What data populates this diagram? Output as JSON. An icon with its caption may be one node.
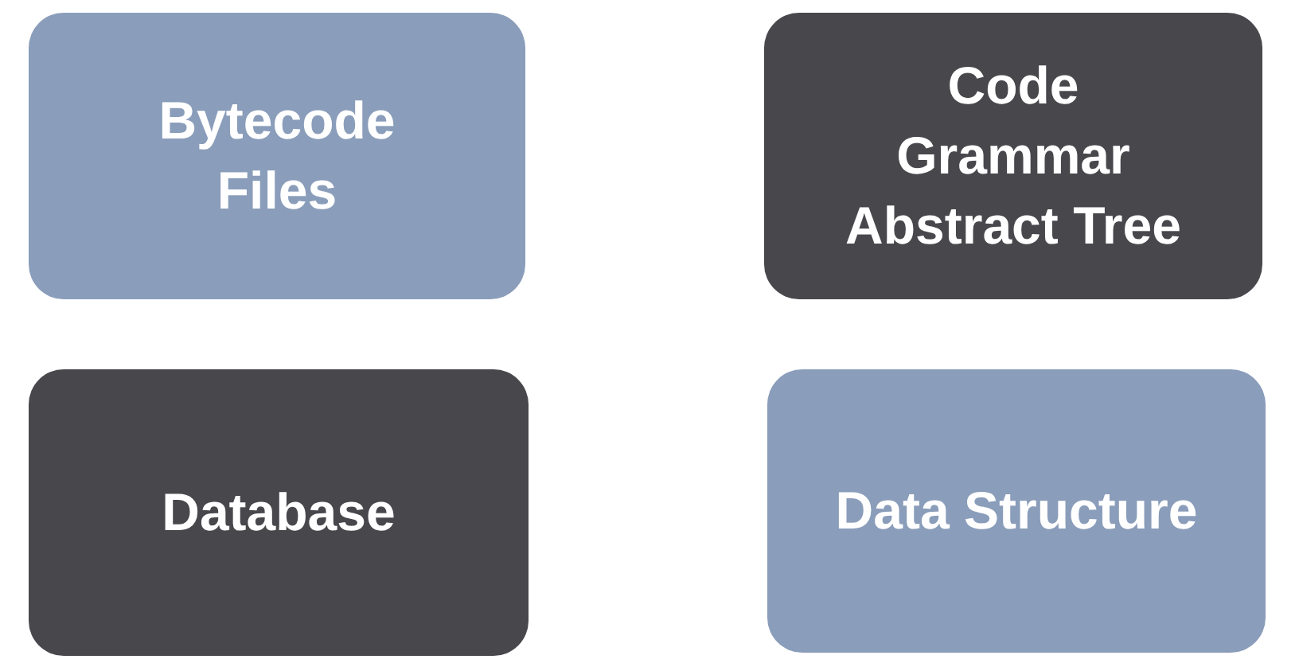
{
  "diagram": {
    "nodes": [
      {
        "text": [
          "Bytecode Files"
        ]
      },
      {
        "text": [
          "Code Grammar Abstract Tree"
        ]
      },
      {
        "text": [
          "Database"
        ]
      },
      {
        "text": [
          "Data Structure"
        ]
      }
    ]
  }
}
